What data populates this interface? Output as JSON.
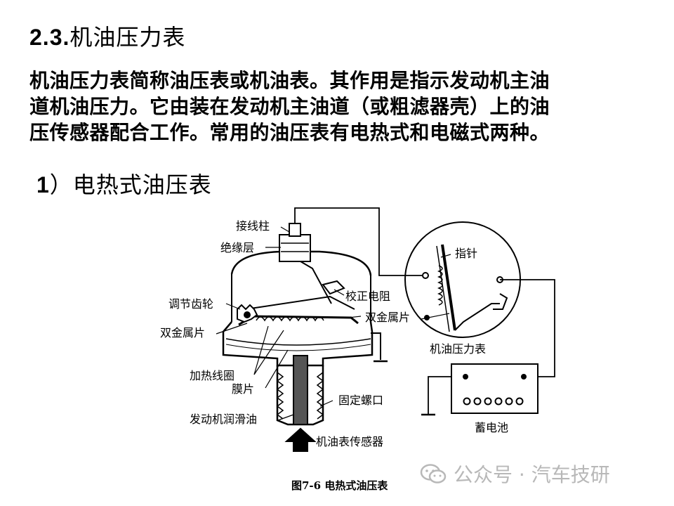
{
  "heading": {
    "number": "2.3.",
    "text": "机油压力表"
  },
  "paragraph": {
    "lines": [
      "机油压力表简称油压表或机油表。其作用是指示发动机主油",
      "道机油压力。它由装在发动机主油道（或粗滤器壳）上的油",
      "压传感器配合工作。常用的油压表有电热式和电磁式两种。"
    ]
  },
  "subheading": {
    "number": "1",
    "text": "）电热式油压表"
  },
  "diagram": {
    "labels": {
      "terminal_post": "接线柱",
      "insulation_layer": "绝缘层",
      "adjusting_gear": "调节齿轮",
      "bimetal_left": "双金属片",
      "heating_coil": "加热线圈",
      "diaphragm": "膜片",
      "engine_oil": "发动机润滑油",
      "sensor": "机油表传感器",
      "calibration_resistor": "校正电阻",
      "bimetal_right": "双金属片",
      "fixing_thread": "固定螺口",
      "pointer": "指针",
      "oil_gauge": "机油压力表",
      "battery": "蓄电池"
    }
  },
  "caption": "图7-6 电热式油压表",
  "watermark": {
    "text": "公众号 · 汽车技研",
    "icon": "wechat-icon"
  }
}
